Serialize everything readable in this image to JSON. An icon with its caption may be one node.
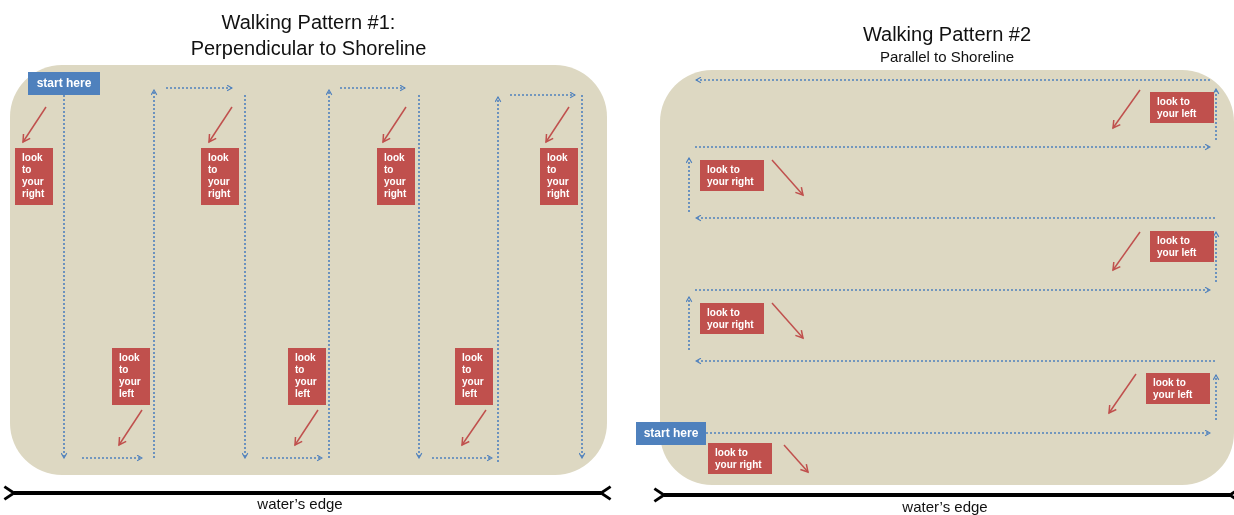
{
  "diagram": {
    "nodes": [
      {
        "text": [
          "Walking Pattern #1: Perpendicular to Shoreline"
        ]
      },
      {
        "text": [
          "start here"
        ],
        "in": 0
      },
      {
        "text": [
          "look to your right"
        ],
        "in": 0
      },
      {
        "text": [
          "look to your right"
        ],
        "in": 0
      },
      {
        "text": [
          "look to your right"
        ],
        "in": 0
      },
      {
        "text": [
          "look to your right"
        ],
        "in": 0
      },
      {
        "text": [
          "look to your left"
        ],
        "in": 0
      },
      {
        "text": [
          "look to your left"
        ],
        "in": 0
      },
      {
        "text": [
          "look to your left"
        ],
        "in": 0
      },
      {
        "text": [
          "Walking Pattern #2",
          "Parallel to Shoreline"
        ]
      },
      {
        "text": [
          "look to your left"
        ],
        "in": 9
      },
      {
        "text": [
          "look to your right"
        ],
        "in": 9
      },
      {
        "text": [
          "look to your left"
        ],
        "in": 9
      },
      {
        "text": [
          "look to your right"
        ],
        "in": 9
      },
      {
        "text": [
          "look to your left"
        ],
        "in": 9
      },
      {
        "text": [
          "start here"
        ]
      },
      {
        "text": [
          "look to your right"
        ],
        "in": 9
      }
    ],
    "edges": [
      {
        "from": 1,
        "to": 0,
        "arrow": "to",
        "style": "dashed"
      },
      {
        "from": 15,
        "to": 9,
        "arrow": "to",
        "style": "dashed"
      }
    ],
    "labels": [
      "water’s edge",
      "water’s edge"
    ]
  }
}
